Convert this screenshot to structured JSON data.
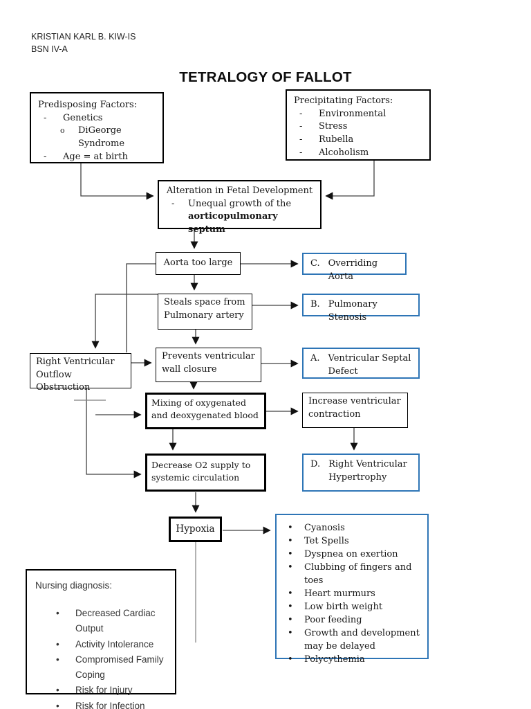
{
  "header": {
    "name": "KRISTIAN KARL B. KIW-IS",
    "section": "BSN IV-A"
  },
  "title": "TETRALOGY OF FALLOT",
  "colors": {
    "accent": "#2E75B6",
    "line": "#404040",
    "box_border": "#000000"
  },
  "predisposing": {
    "heading": "Predisposing Factors:",
    "item1": "Genetics",
    "item1_sub": "DiGeorge Syndrome",
    "item2": "Age = at birth"
  },
  "precipitating": {
    "heading": "Precipitating Factors:",
    "items": [
      "Environmental",
      "Stress",
      "Rubella",
      "Alcoholism"
    ]
  },
  "alteration": {
    "line1": "Alteration in Fetal Development",
    "line2": "Unequal growth of the",
    "line3_bold": "aorticopulmonary septum"
  },
  "flow": {
    "aorta": "Aorta too large",
    "steals": "Steals space from Pulmonary artery",
    "rvoo": "Right Ventricular Outflow Obstruction",
    "prevents": "Prevents ventricular wall closure",
    "mixing": "Mixing of oxygenated and deoxygenated blood",
    "increase": "Increase ventricular contraction",
    "decrease": "Decrease O2 supply to systemic circulation",
    "hypoxia": "Hypoxia"
  },
  "labeled": {
    "c": {
      "letter": "C.",
      "text": "Overriding Aorta"
    },
    "b": {
      "letter": "B.",
      "text": "Pulmonary Stenosis"
    },
    "a": {
      "letter": "A.",
      "text": "Ventricular Septal Defect"
    },
    "d": {
      "letter": "D.",
      "text": "Right Ventricular Hypertrophy"
    }
  },
  "symptoms": {
    "items": [
      "Cyanosis",
      "Tet Spells",
      "Dyspnea on exertion",
      "Clubbing of fingers and toes",
      "Heart murmurs",
      "Low birth weight",
      "Poor feeding",
      "Growth and development may be delayed",
      "Polycythemia"
    ]
  },
  "nursing": {
    "heading": "Nursing diagnosis:",
    "items": [
      "Decreased Cardiac Output",
      "Activity Intolerance",
      "Compromised Family Coping",
      "Risk for Injury",
      "Risk for Infection"
    ]
  }
}
